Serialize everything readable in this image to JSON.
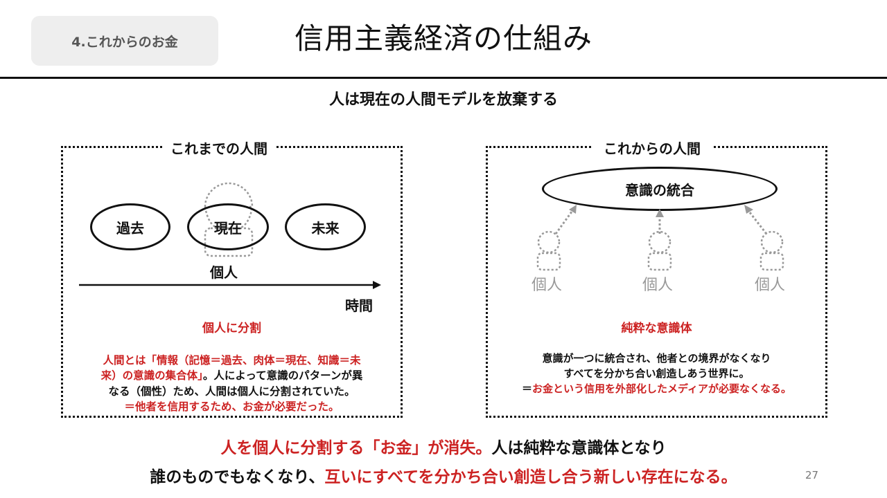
{
  "header": {
    "section_tag": "4.これからのお金",
    "title": "信用主義経済の仕組み",
    "page_number": "27"
  },
  "subtitle": "人は現在の人間モデルを放棄する",
  "left_panel": {
    "title": "これまでの人間",
    "ellipses": [
      "過去",
      "現在",
      "未来"
    ],
    "individual_label": "個人",
    "time_label": "時間",
    "heading": "個人に分割",
    "note": {
      "line1": "人間とは「情報（記憶＝過去、肉体＝現在、知識＝未",
      "line2_red": "来）の意識の集合体」",
      "line2_black": "。人によって意識のパターンが異",
      "line3": "なる（個性）ため、人間は個人に分割されていた。",
      "line4": "＝他者を信用するため、お金が必要だった。"
    }
  },
  "right_panel": {
    "title": "これからの人間",
    "top_ellipse": "意識の統合",
    "individuals": [
      "個人",
      "個人",
      "個人"
    ],
    "heading": "純粋な意識体",
    "note": {
      "line1": "意識が一つに統合され、他者との境界がなくなり",
      "line2": "すべてを分かち合い創造しあう世界に。",
      "line3_black": "＝",
      "line3_red": "お金という信用を外部化したメディアが必要なくなる。"
    }
  },
  "footer": {
    "line1_red": "人を個人に分割する「お金」が消失。",
    "line1_black": "人は純粋な意識体となり",
    "line2_black": "誰のものでもなくなり、",
    "line2_red": "互いにすべてを分かち合い創造し合う新しい存在になる。"
  },
  "colors": {
    "accent_red": "#cc2222",
    "figure_gray": "#999999",
    "tag_bg": "#eeeeee"
  },
  "icons": [
    "person-outline-icon",
    "dotted-arrow-icon",
    "timeline-arrow-icon"
  ]
}
